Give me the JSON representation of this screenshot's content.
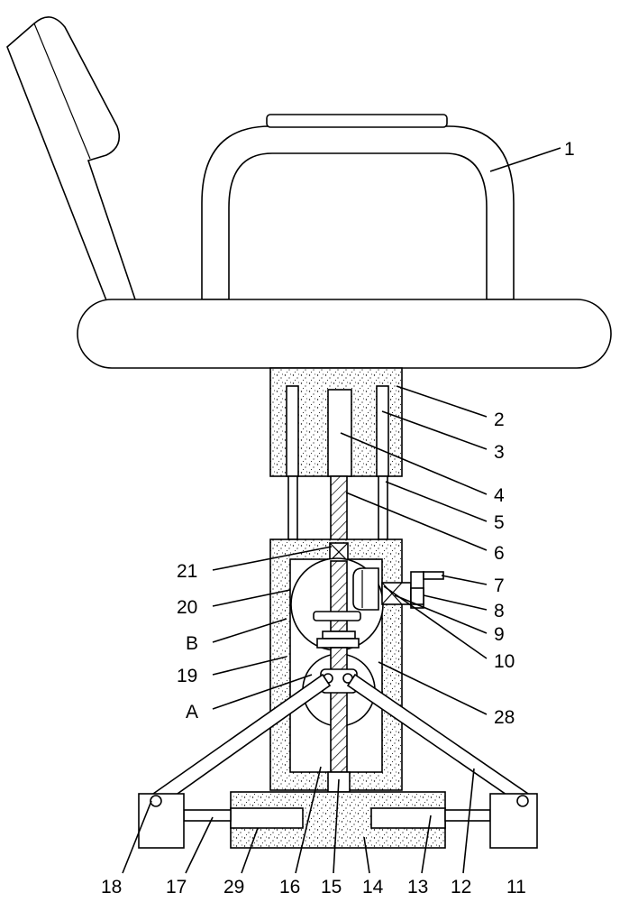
{
  "labels": {
    "l1": "1",
    "l2": "2",
    "l3": "3",
    "l4": "4",
    "l5": "5",
    "l6": "6",
    "l7": "7",
    "l8": "8",
    "l9": "9",
    "l10": "10",
    "l11": "11",
    "l12": "12",
    "l13": "13",
    "l14": "14",
    "l15": "15",
    "l16": "16",
    "l17": "17",
    "l18": "18",
    "l19": "19",
    "l20": "20",
    "l21": "21",
    "l28": "28",
    "l29": "29",
    "lA": "A",
    "lB": "B"
  },
  "colors": {
    "line": "#000000",
    "background": "#ffffff"
  }
}
